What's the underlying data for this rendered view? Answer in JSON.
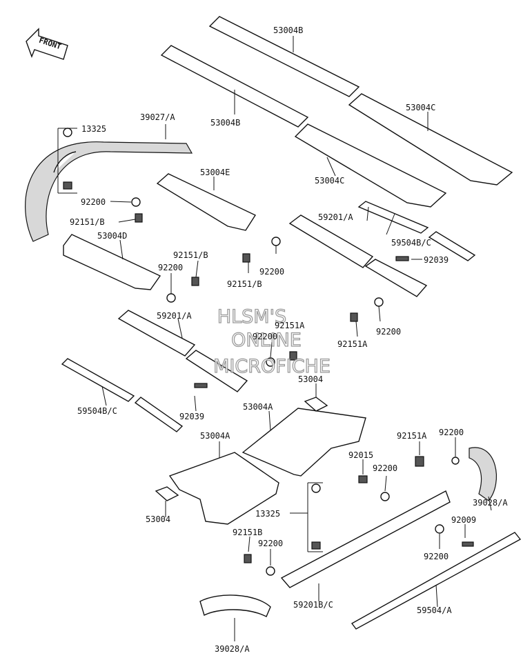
{
  "diagram": {
    "front_label": "FRONT",
    "watermark": [
      "HLSM'S",
      "ONLINE",
      "MICROFICHE"
    ],
    "labels": {
      "p53004B_a": "53004B",
      "p53004B_b": "53004B",
      "p53004C_a": "53004C",
      "p53004C_b": "53004C",
      "p13325_top": "13325",
      "p39027A": "39027/A",
      "p53004E": "53004E",
      "p92200_a": "92200",
      "p92151B_a": "92151/B",
      "p53004D": "53004D",
      "p59201A_a": "59201/A",
      "p59504BC_a": "59504B/C",
      "p92039_a": "92039",
      "p92151B_b": "92151/B",
      "p92200_b": "92200",
      "p92151B_c": "92151/B",
      "p92200_c": "92200",
      "p59201A_b": "59201/A",
      "p92151A_a": "92151A",
      "p92200_d": "92200",
      "p92151A_b": "92151A",
      "p92200_e": "92200",
      "p59504BC_b": "59504B/C",
      "p92039_b": "92039",
      "p53004_a": "53004",
      "p53004A_a": "53004A",
      "p53004A_b": "53004A",
      "p92151A_c": "92151A",
      "p92200_f": "92200",
      "p92015": "92015",
      "p92200_g": "92200",
      "p39028A_a": "39028/A",
      "p53004_b": "53004",
      "p13325_bot": "13325",
      "p92009": "92009",
      "p92151B_d": "92151B",
      "p92200_h": "92200",
      "p92200_i": "92200",
      "p59201BC": "59201B/C",
      "p59504A": "59504/A",
      "p39028A_b": "39028/A"
    }
  }
}
